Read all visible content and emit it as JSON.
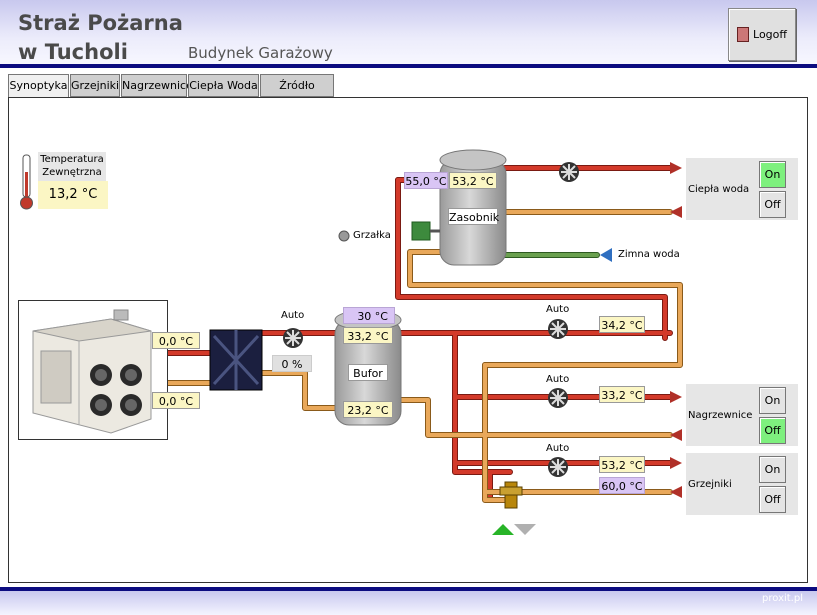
{
  "header": {
    "title_line1": "Straż Pożarna",
    "title_line2": "w Tucholi",
    "subtitle": "Budynek Garażowy",
    "logoff_label": "Logoff"
  },
  "tabs": [
    {
      "label": "Synoptyka",
      "active": true
    },
    {
      "label": "Grzejniki",
      "active": false
    },
    {
      "label": "Nagrzewnice",
      "active": false
    },
    {
      "label": "Ciepła Woda",
      "active": false
    },
    {
      "label": "Źródło Ciepła",
      "active": false
    }
  ],
  "outside_temp": {
    "label_line1": "Temperatura",
    "label_line2": "Zewnętrzna",
    "value": "13,2 °C"
  },
  "heat_pump": {
    "supply_temp": "0,0 °C",
    "return_temp": "0,0 °C"
  },
  "exchanger_pump": {
    "mode": "Auto",
    "percent": "0 %"
  },
  "bufor": {
    "label": "Bufor",
    "setpoint": "30 °C",
    "top_temp": "33,2 °C",
    "bottom_temp": "23,2 °C"
  },
  "zasobnik": {
    "label": "Zasobnik",
    "setpoint": "55,0 °C",
    "temp": "53,2 °C"
  },
  "grzalka_label": "Grzałka",
  "zimna_woda_label": "Zimna woda",
  "circuits": {
    "zasobnik_pump": {
      "mode": "Auto",
      "temp": "34,2 °C"
    },
    "nagrzewnice_pump": {
      "mode": "Auto",
      "temp": "33,2 °C"
    },
    "grzejniki_pump": {
      "mode": "Auto",
      "temp": "53,2 °C",
      "setpoint": "60,0 °C"
    }
  },
  "controls": {
    "ciepla_woda": {
      "label": "Ciepła woda",
      "on": "On",
      "off": "Off",
      "state": "on"
    },
    "nagrzewnice": {
      "label": "Nagrzewnice",
      "on": "On",
      "off": "Off",
      "state": "off"
    },
    "grzejniki": {
      "label": "Grzejniki",
      "on": "On",
      "off": "Off",
      "state": "on"
    }
  },
  "footer": {
    "brand": "proxit.pl"
  },
  "colors": {
    "hot": "#c0392b",
    "cold": "#d8923a",
    "water": "#4f8a3a",
    "header_bar": "#0c0c80"
  }
}
